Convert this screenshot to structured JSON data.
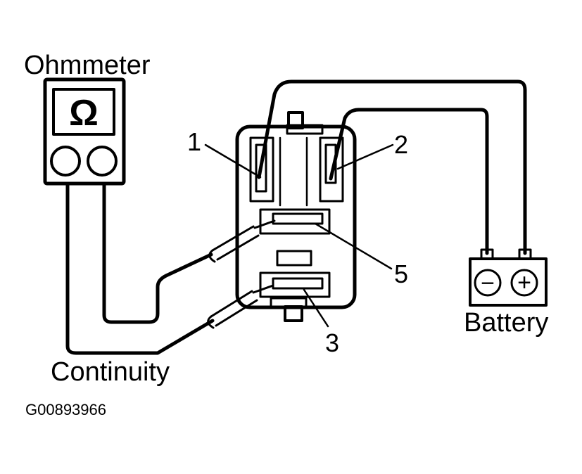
{
  "labels": {
    "ohmmeter": "Ohmmeter",
    "battery": "Battery",
    "continuity": "Continuity",
    "figure_code": "G00893966"
  },
  "meter": {
    "symbol": "Ω"
  },
  "battery": {
    "negative_symbol": "−",
    "positive_symbol": "+"
  },
  "terminals": {
    "t1": "1",
    "t2": "2",
    "t3": "3",
    "t5": "5"
  },
  "colors": {
    "line": "#000000",
    "background": "#ffffff"
  }
}
